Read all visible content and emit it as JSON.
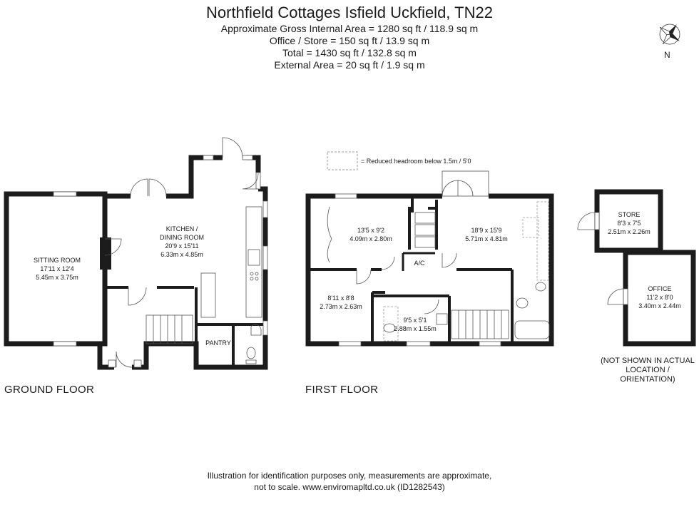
{
  "header": {
    "title": "Northfield Cottages Isfield Uckfield, TN22",
    "lines": [
      "Approximate Gross Internal Area = 1280 sq ft / 118.9 sq m",
      "Office / Store = 150 sq ft / 13.9 sq m",
      "Total = 1430 sq ft / 132.8 sq m",
      "External Area = 20 sq ft / 1.9 sq m"
    ]
  },
  "compass": {
    "label": "N"
  },
  "legend": {
    "text": "= Reduced headroom below 1.5m / 5'0"
  },
  "floors": {
    "ground": "GROUND FLOOR",
    "first": "FIRST FLOOR"
  },
  "rooms": {
    "sitting": [
      "SITTING ROOM",
      "17'11 x 12'4",
      "5.45m x 3.75m"
    ],
    "kitchen": [
      "KITCHEN /",
      "DINING ROOM",
      "20'9 x 15'11",
      "6.33m x 4.85m"
    ],
    "pantry": [
      "PANTRY"
    ],
    "bed2": [
      "13'5 x 9'2",
      "4.09m x 2.80m"
    ],
    "bed1": [
      "18'9 x 15'9",
      "5.71m x 4.81m"
    ],
    "bed3": [
      "8'11 x 8'8",
      "2.73m x 2.63m"
    ],
    "bath": [
      "9'5 x 5'1",
      "2.88m x 1.55m"
    ],
    "ac": [
      "A/C"
    ],
    "store": [
      "STORE",
      "8'3 x 7'5",
      "2.51m x 2.26m"
    ],
    "office": [
      "OFFICE",
      "11'2 x 8'0",
      "3.40m x 2.44m"
    ]
  },
  "note": [
    "(NOT SHOWN IN ACTUAL",
    "LOCATION / ORIENTATION)"
  ],
  "footer": [
    "Illustration for identification purposes only, measurements are approximate,",
    "not to scale. www.enviromapltd.co.uk (ID1282543)"
  ],
  "colors": {
    "wall": "#1c1c1c",
    "line": "#555555",
    "headroom": "#9a9a9a"
  }
}
